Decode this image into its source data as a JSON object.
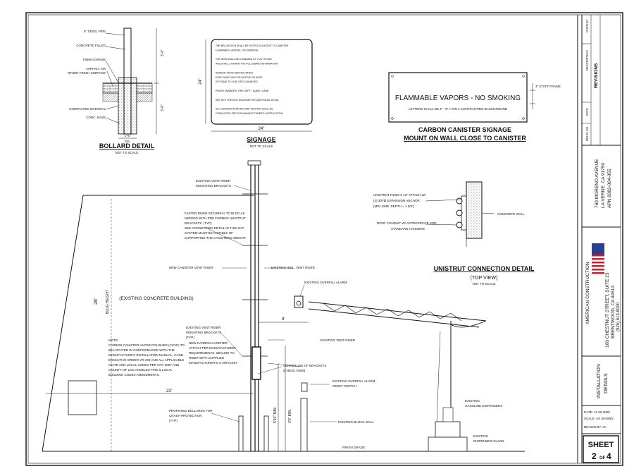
{
  "bollard": {
    "title": "BOLLARD DETAIL",
    "scale": "NOT TO SCALE",
    "labels": {
      "pipe": "6\" STEEL PIPE",
      "concrete": "CONCRETE FILLED",
      "grade": "FINISH GRADE",
      "asphalt": "ASPHALT OR",
      "asphalt2": "OTHER FINISH SURFACE",
      "compacted": "COMPACTED MATERIAL",
      "base": "CONC. BASE",
      "dim_top": "3'-6\"",
      "dim_bottom": "3'-0\"",
      "dim_dia": "1'-6\"",
      "dim_dia2": "DIA."
    }
  },
  "signage": {
    "title": "SIGNAGE",
    "scale": "NOT TO SCALE",
    "width": "24\"",
    "height": "24\"",
    "lines": [
      "THE BELOW SIGN SHALL BE POSTED ADJACENT TO CANISTER",
      "FLAMMABLE VAPORS - NO SMOKING",
      "",
      "THE SIGN SHALL BE A MINIMUM 24\" X 24\" IN SIZE",
      "AND SHALL CONTAIN THE FOLLOWING INFORMATION",
      "",
      "REMOVE FROM SERVICE WHEN:",
      "EVAP PUMP FAILS OR NOZZLE OR HOSE",
      "IS FOUND TO LEAK OR IS DAMAGED",
      "",
      "PHONE NUMBERS: FIRE DEPT. / AQMD / CARB",
      "",
      "SEE SITE SPECIFIC DIAGRAM FOR ADDITIONAL DETAIL",
      "",
      "ALL CANISTER PURGING AND VENTING SHALL BE",
      "CONDUCTED PER THE MANUFACTURER'S INSTRUCTIONS"
    ]
  },
  "canister_sign": {
    "main": "FLAMMABLE VAPORS - NO SMOKING",
    "sub": "LETTERS SHALL BE 3\" - 6\" H ON A CONTRASTING BACKGROUND",
    "dim": "3\" STATT FRAME",
    "title1": "CARBON CANISTER SIGNAGE",
    "title2": "MOUNT ON WALL CLOSE TO CANISTER"
  },
  "unistrut": {
    "note1": "UNISTRUT P1000 X 12\" ATTACH W/",
    "note2": "(2) 3/8\"Ø EXPANSION ANCHOR",
    "note3": "(MIN. EMB. DEPTH = 1 5/8\")",
    "conduit1": "RIGID CONDUIT W/ APPROPRIATE SIZE",
    "conduit2": "STANDARD HANGERS",
    "wall": "CONCRETE WALL",
    "title": "UNISTRUT CONNECTION DETAIL",
    "subtitle": "(TOP VIEW)",
    "scale": "NOT TO SCALE"
  },
  "elevation": {
    "existing_vent": "EXISTING VENT RISER",
    "existing_vent2": "MOUNTING BRACKETS",
    "fasten1": "FASTEN RISER SECURELY TO BLDG AS",
    "fasten2": "NEEDED WITH PRE FORMED UNISTRUT",
    "fasten3": "BRACKETS. (TYP)",
    "fasten4": "SEE CONNECTION DETAIL IN THIS SHT.",
    "fasten5": "SYSTEM MUST BE CAPABLE OF",
    "fasten6": "SUPPORTING THE CANISTER'S WEIGHT.",
    "canister_vent": "NEW CANISTER VENT RISER",
    "existing_vent_riser": "EXISTING ISOL. VENT RISER",
    "building": "(EXISTING CONCRETE BUILDING)",
    "bldg_height": "BLDG HEIGHT",
    "bldg_dim": "28'",
    "alarm": "EXISTING OVERFILL ALARM",
    "dim_8": "8'",
    "vent_mount1": "EXISTING VENT RISER",
    "vent_mount2": "MOUNTING BRACKETS",
    "vent_mount3": "(TYP)",
    "vent_riser": "EXISTING VENT RISER",
    "new_can1": "NEW CARBON CANISTER",
    "new_can2": "ATTACH PER MANUFACTURER",
    "new_can3": "REQUIREMENTS. SECURE TO",
    "new_can4": "RISER WITH SUPPLIED",
    "new_can5": "MANUFACTURER'S 3\" BRACKET",
    "centerline1": "CENTERLINE OF BRACKETS",
    "centerline2": "(CHECK DIMS)",
    "note_title": "NOTE:",
    "note_lines": [
      "CARBON CANISTER VAPOR POLISHER (CCVP) TO",
      "BE LOCATED IN CONFORMANCE WITH THE",
      "MANUFACTURE'S INSTALLATION MANUAL, CARB",
      "EXECUTIVE ORDER VR-203 AND ALL APPLICABLE",
      "STATE AND LOCAL CODES PER CFC 2007 AND",
      "COUNTY OF LOS ANGELES FIRE & LOCAL",
      "BUILDING CODES AMENDMENTS."
    ],
    "overfill1": "EXISTING OVERFILL ALARM",
    "overfill2": "RESET SWITCH",
    "dim_23": "23'",
    "dim_v1": "5'10\" MIN.",
    "dim_v2": "3'0\" MIN.",
    "bollard1": "PROPOSED BOLLARDS FOR",
    "bollard2": "CRASH PROTECTION",
    "bollard3": "(TYP)",
    "block_wall": "EXISTING BLOCK WALL",
    "grade": "FINISH GRADE",
    "disp1": "EXISTING",
    "disp2": "GASOLINE DISPENSERS",
    "island1": "EXISTING",
    "island2": "DISPENSER ISLAND"
  },
  "titleblock": {
    "rev_title": "REVISIONS",
    "rev_cols": [
      "DESCRIPTION",
      "DATE",
      "DELTA NO.",
      "CHKD BY"
    ],
    "address1": "760 MORENO AVENUE",
    "address2": "LA VERNE, CA 91750",
    "address3": "APN 8382-004-055",
    "company": "AMERICAN CONSTRUCTION",
    "comp_addr1": "160 CHESTNUT STREET, SUITE 23",
    "comp_addr2": "BRENTWOOD, CA 94513",
    "comp_phone": "(925) 513-8000",
    "sheet_title1": "INSTALLATION",
    "sheet_title2": "DETAILS",
    "date": "DATE: 12.09.2008",
    "scale": "SCALE: AS SHOWN",
    "drawn": "DRAWN BY: JA",
    "sheet_label": "SHEET",
    "sheet_num": "2",
    "sheet_of": "OF",
    "sheet_total": "4"
  },
  "colors": {
    "ink": "#111111",
    "flag_red": "#c8202f",
    "flag_blue": "#2b3f8f"
  }
}
